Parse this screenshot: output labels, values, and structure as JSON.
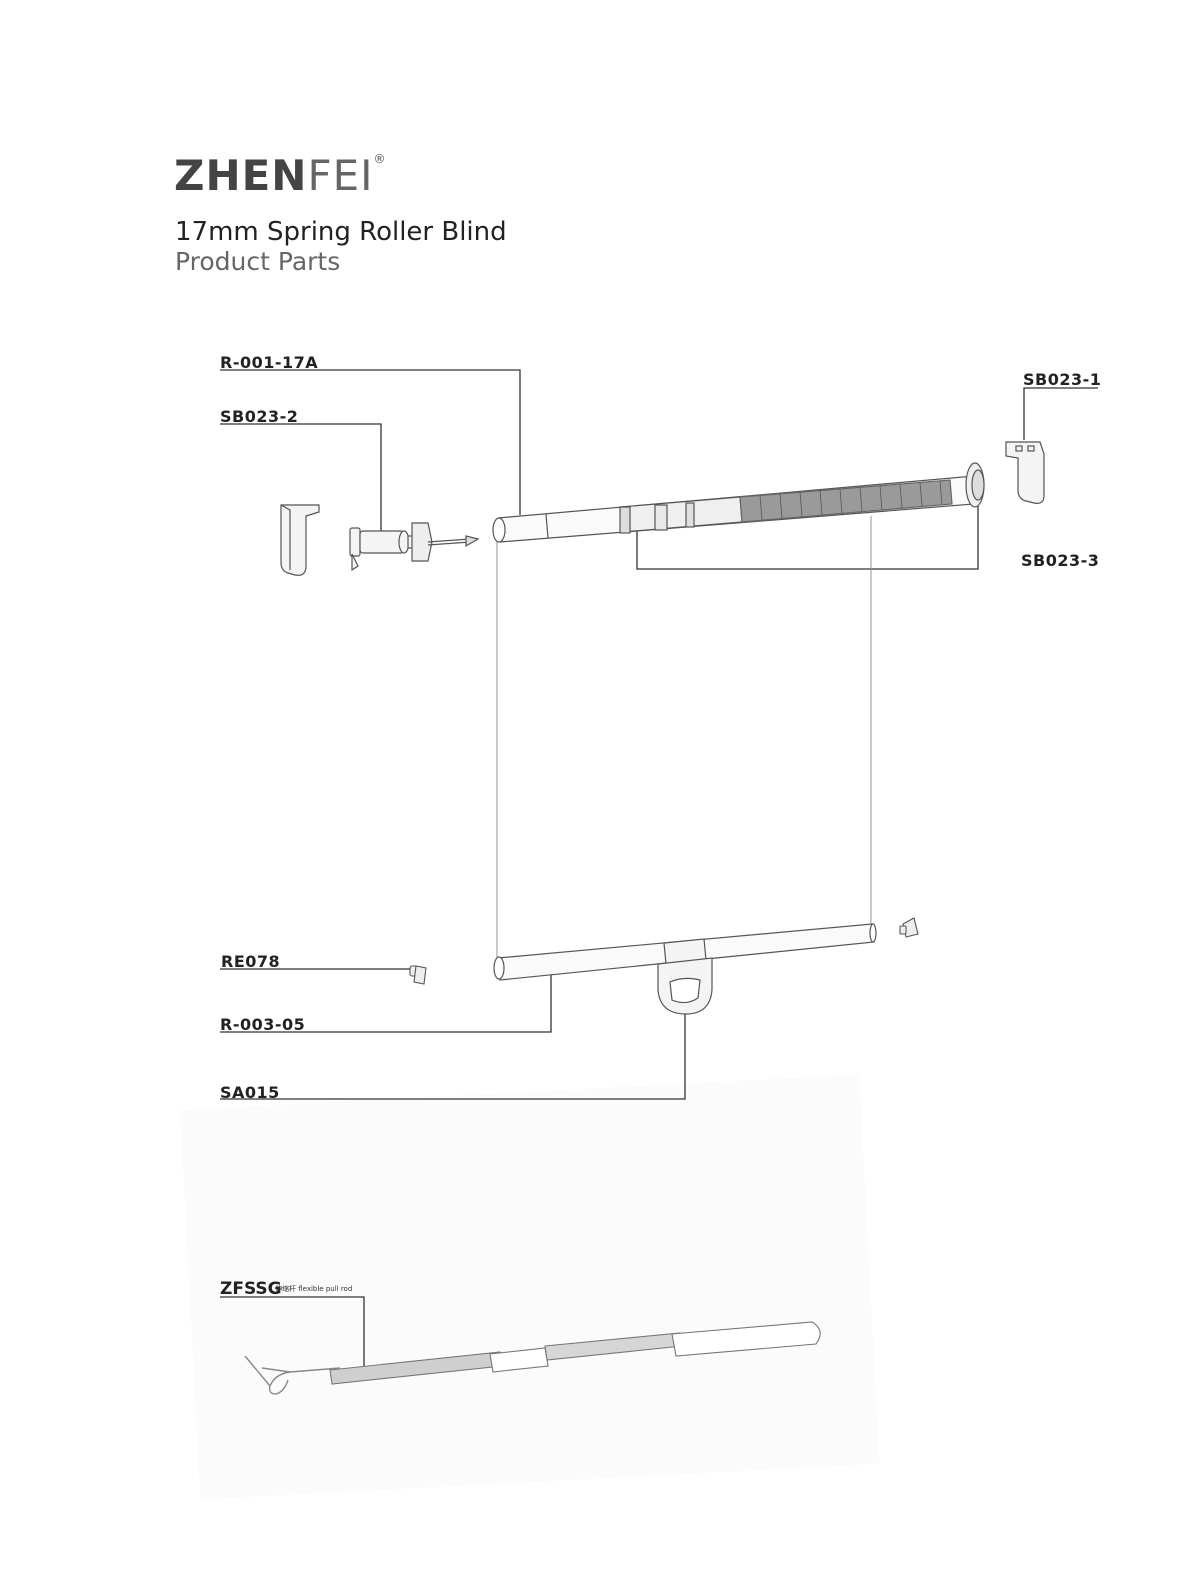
{
  "header": {
    "brand_bold": "ZHEN",
    "brand_light": "FEI",
    "brand_mark": "®",
    "title": "17mm Spring Roller Blind",
    "subtitle": "Product Parts"
  },
  "parts": {
    "r_001_17a": "R-001-17A",
    "sb023_2": "SB023-2",
    "sb023_1": "SB023-1",
    "sb023_3": "SB023-3",
    "re078": "RE078",
    "r_003_05": "R-003-05",
    "sa015": "SA015",
    "zfssg_code": "ZFSSG",
    "zfssg_desc": "伸缩杆 flexible pull rod"
  },
  "colors": {
    "line": "#333333",
    "part_stroke": "#555555",
    "part_fill": "#f4f4f4",
    "spring": "#888888"
  }
}
